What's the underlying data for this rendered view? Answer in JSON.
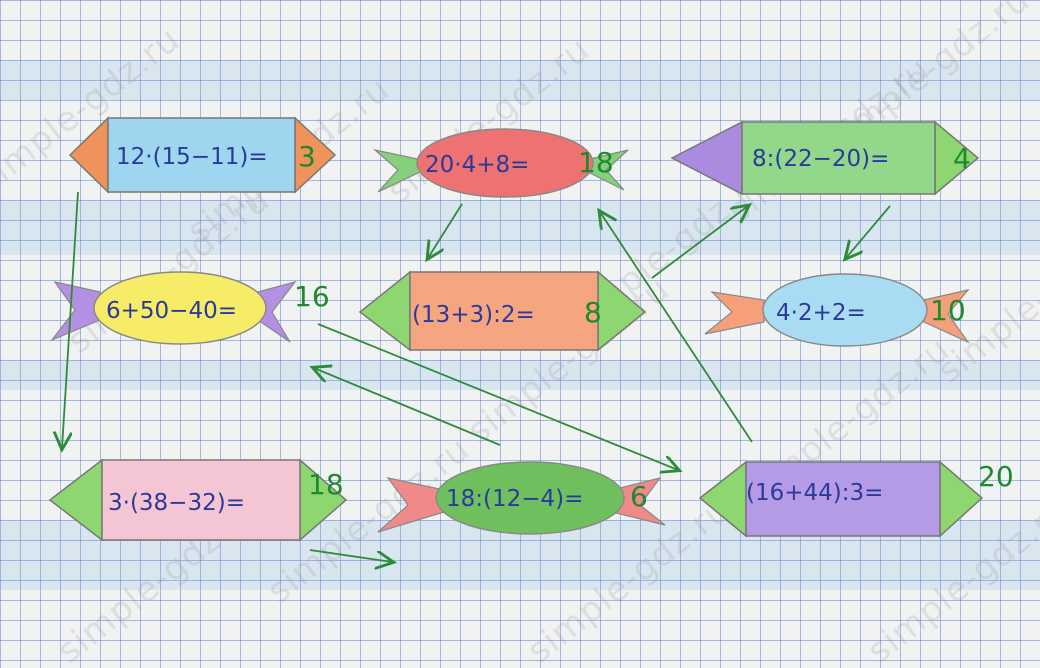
{
  "watermark": "simple-gdz.ru",
  "items": [
    {
      "expression": "12·(15−11)=",
      "answer": "3"
    },
    {
      "expression": "20·4+8=",
      "answer": "18"
    },
    {
      "expression": "8:(22−20)=",
      "answer": "4"
    },
    {
      "expression": "6+50−40=",
      "answer": "16"
    },
    {
      "expression": "(13+3):2=",
      "answer": "8"
    },
    {
      "expression": "4·2+2=",
      "answer": "10"
    },
    {
      "expression": "3·(38−32)=",
      "answer": "18"
    },
    {
      "expression": "18:(12−4)=",
      "answer": "6"
    },
    {
      "expression": "(16+44):3=",
      "answer": "20"
    }
  ],
  "colors": {
    "grid": "#466ec8",
    "ink_expression": "#2a3a9a",
    "ink_answer": "#1d8a30",
    "arrows": "#2e8b3a"
  }
}
